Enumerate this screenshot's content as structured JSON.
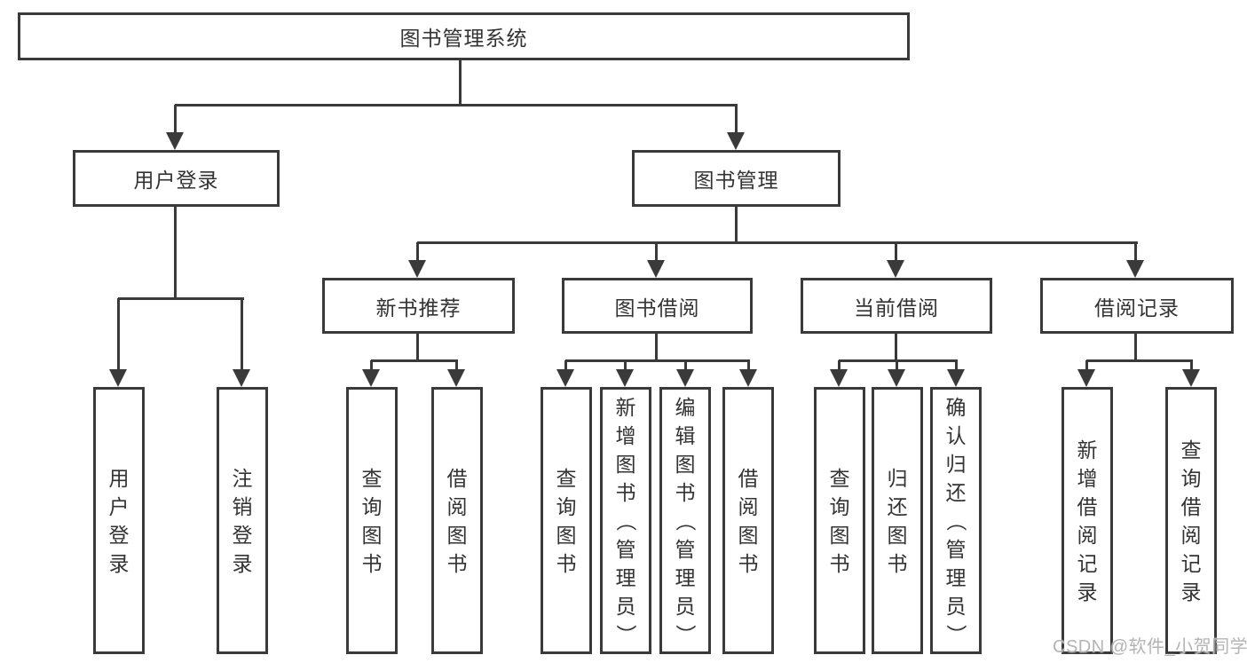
{
  "diagram": {
    "title": "图书管理系统",
    "colors": {
      "line": "#3a3a3a",
      "text": "#333333",
      "background": "#ffffff",
      "watermark": "#b4b4b4"
    },
    "nodes": {
      "root": "图书管理系统",
      "user_login": "用户登录",
      "book_management": "图书管理",
      "new_book_recommendation": "新书推荐",
      "book_borrowing": "图书借阅",
      "current_borrowing": "当前借阅",
      "borrowing_records": "借阅记录"
    },
    "leaves": {
      "user_login_children": [
        "用户登录",
        "注销登录"
      ],
      "new_book_children": [
        "查询图书",
        "借阅图书"
      ],
      "book_borrowing_children": [
        "查询图书",
        "新增图书（管理员）",
        "编辑图书（管理员）",
        "借阅图书"
      ],
      "current_borrowing_children": [
        "查询图书",
        "归还图书",
        "确认归还（管理员）"
      ],
      "borrowing_records_children": [
        "新增借阅记录",
        "查询借阅记录"
      ]
    },
    "watermark": "CSDN @软件_小贺同学"
  }
}
